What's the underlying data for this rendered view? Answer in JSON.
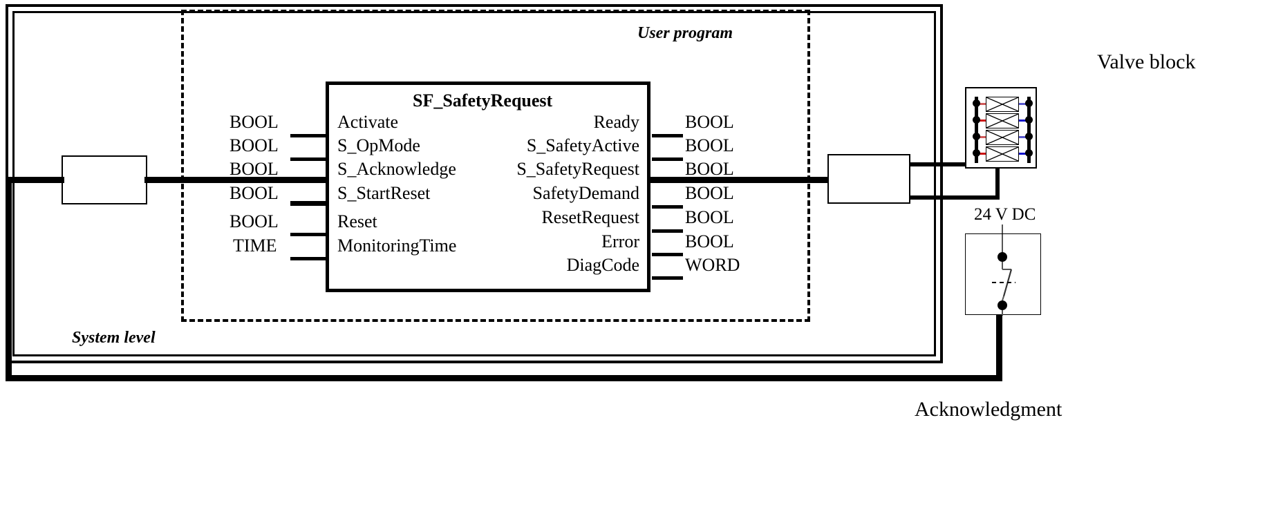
{
  "diagram": {
    "title_block": "SF_SafetyRequest",
    "labels": {
      "user_program": "User program",
      "system_level": "System level",
      "valve_block": "Valve block",
      "voltage": "24 V DC",
      "acknowledgment": "Acknowledgment"
    },
    "inputs": [
      {
        "name": "Activate",
        "type": "BOOL"
      },
      {
        "name": "S_OpMode",
        "type": "BOOL"
      },
      {
        "name": "S_Acknowledge",
        "type": "BOOL"
      },
      {
        "name": "S_StartReset",
        "type": "BOOL"
      },
      {
        "name": "Reset",
        "type": "BOOL"
      },
      {
        "name": "MonitoringTime",
        "type": "TIME"
      }
    ],
    "outputs": [
      {
        "name": "Ready",
        "type": "BOOL"
      },
      {
        "name": "S_SafetyActive",
        "type": "BOOL"
      },
      {
        "name": "S_SafetyRequest",
        "type": "BOOL"
      },
      {
        "name": "SafetyDemand",
        "type": "BOOL"
      },
      {
        "name": "ResetRequest",
        "type": "BOOL"
      },
      {
        "name": "Error",
        "type": "BOOL"
      },
      {
        "name": "DiagCode",
        "type": "WORD"
      }
    ],
    "valve_block_rows": 4,
    "colors": {
      "wire_in": "#cc2222",
      "wire_out": "#2222cc",
      "line": "#000000",
      "switch": "#555555"
    }
  }
}
